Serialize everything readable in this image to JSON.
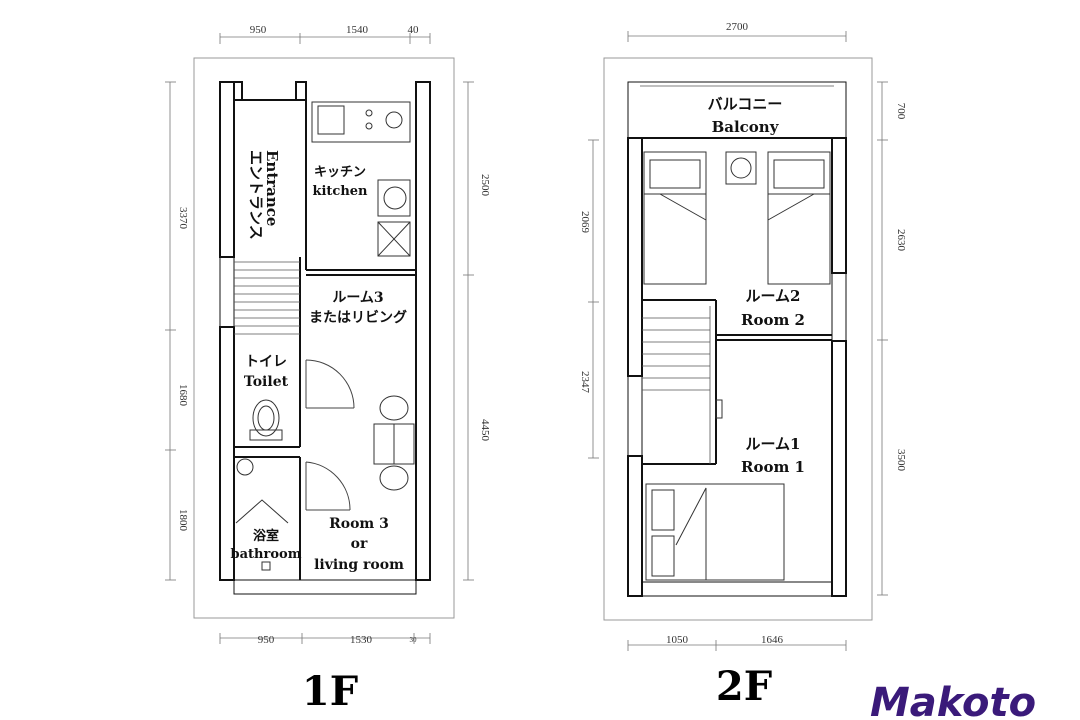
{
  "floor1": {
    "label": "1F",
    "dims_top": [
      "950",
      "1540",
      "40"
    ],
    "dims_bottom": [
      "950",
      "1530",
      "30"
    ],
    "dims_left": [
      "3370",
      "1680",
      "1800"
    ],
    "dims_right": [
      "2500",
      "4450"
    ],
    "rooms": {
      "entrance_jp": "エントランス",
      "entrance_en": "Entrance",
      "kitchen_jp": "キッチン",
      "kitchen_en": "kitchen",
      "room3_jp1": "ルーム3",
      "room3_jp2": "またはリビング",
      "toilet_jp": "トイレ",
      "toilet_en": "Toilet",
      "bath_jp": "浴室",
      "bath_en": "bathroom",
      "room3_en1": "Room 3",
      "room3_en2": "or",
      "room3_en3": "living room"
    }
  },
  "floor2": {
    "label": "2F",
    "dims_top": [
      "2700"
    ],
    "dims_bottom": [
      "1050",
      "1646"
    ],
    "dims_left": [
      "2069",
      "2347"
    ],
    "dims_right": [
      "700",
      "2630",
      "3500"
    ],
    "rooms": {
      "balcony_jp": "バルコニー",
      "balcony_en": "Balcony",
      "room2_jp": "ルーム2",
      "room2_en": "Room 2",
      "room1_jp": "ルーム1",
      "room1_en": "Room 1"
    }
  },
  "logo": {
    "text": "Makoto"
  },
  "colors": {
    "wall": "#111111",
    "line": "#555555",
    "logo": "#3a1a7a"
  }
}
